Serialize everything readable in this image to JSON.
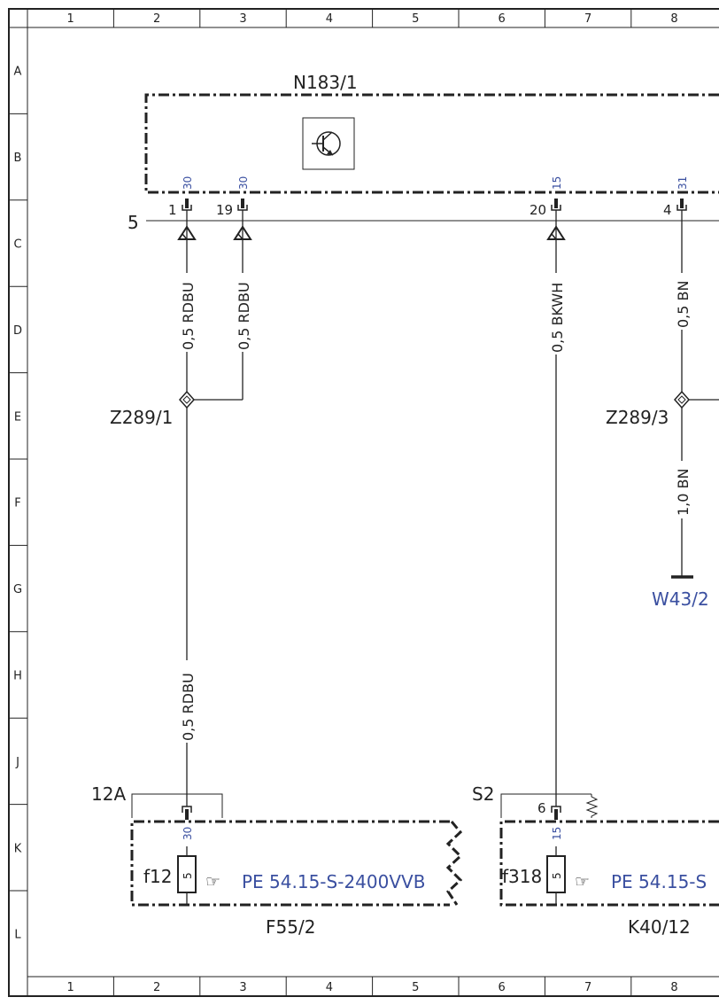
{
  "grid": {
    "columns": [
      "1",
      "2",
      "3",
      "4",
      "5",
      "6",
      "7",
      "8"
    ],
    "rows": [
      "A",
      "B",
      "C",
      "D",
      "E",
      "F",
      "G",
      "H",
      "J",
      "K",
      "L"
    ]
  },
  "components": {
    "control_unit": {
      "label": "N183/1",
      "ref": "5",
      "icon": "transistor-icon"
    },
    "splice_1": {
      "label": "Z289/1"
    },
    "splice_2": {
      "label": "Z289/3"
    },
    "ground": {
      "label": "W43/2"
    },
    "fuse_box_1": {
      "label": "F55/2",
      "connector": "12A",
      "fuse": "f12",
      "rating": "5",
      "ref": "PE 54.15-S-2400VVB"
    },
    "fuse_box_2": {
      "label": "K40/12",
      "connector": "S2",
      "fuse": "f318",
      "rating": "5",
      "ref": "PE 54.15-S"
    }
  },
  "pins": {
    "p1": {
      "num": "1",
      "term": "30"
    },
    "p19": {
      "num": "19",
      "term": "30"
    },
    "p20": {
      "num": "20",
      "term": "15"
    },
    "p4": {
      "num": "4",
      "term": "31"
    },
    "f12": {
      "term": "30"
    },
    "f318": {
      "num": "6",
      "term": "15"
    }
  },
  "wires": {
    "w1": "0,5 RDBU",
    "w2": "0,5 RDBU",
    "w3": "0,5 BKWH",
    "w4": "0,5 BN",
    "w5": "1,0 BN",
    "w6": "0,5 RDBU"
  },
  "colors": {
    "line": "#222222",
    "reference": "#3a4fa0"
  }
}
